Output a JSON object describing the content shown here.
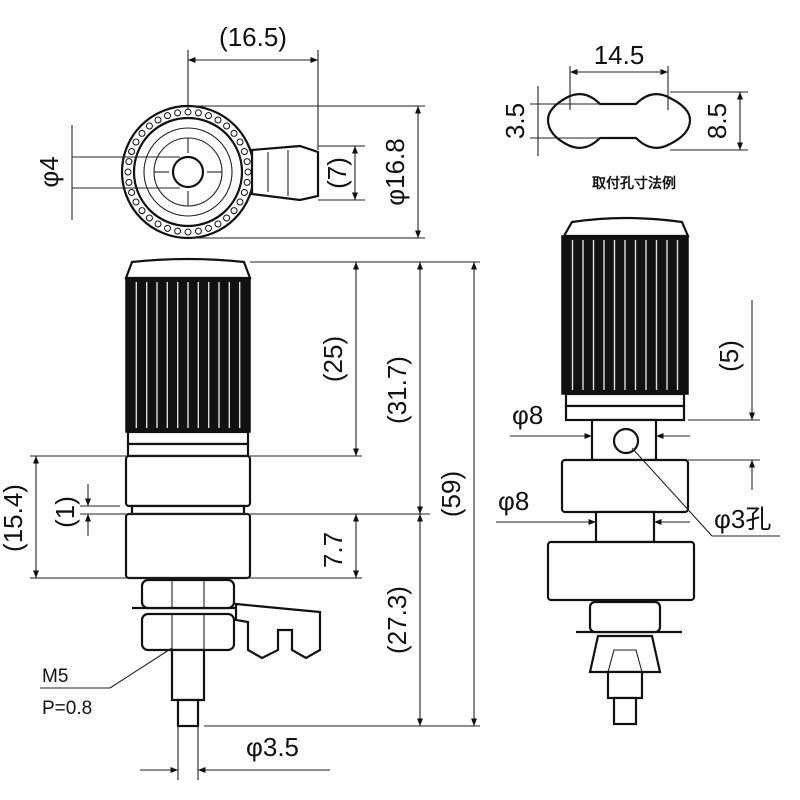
{
  "top_view": {
    "width_label": "(16.5)",
    "bore_label": "φ4",
    "lug_label": "(7)",
    "outer_diameter_label": "φ16.8"
  },
  "side_view": {
    "cap_height_label": "(25)",
    "upper_height_label": "(31.7)",
    "total_height_label": "(59)",
    "collar_height_label": "(15.4)",
    "gap_label": "(1)",
    "base_height_label": "7.7",
    "lower_height_label": "(27.3)",
    "thread_label": "M5",
    "pitch_label": "P=0.8",
    "tip_label": "φ3.5"
  },
  "mount_view": {
    "hole_width_label": "14.5",
    "flat_label": "3.5",
    "hole_height_label": "8.5",
    "caption": "取付孔寸法例",
    "clearance_label": "(5)",
    "shaft_upper_label": "φ8",
    "shaft_lower_label": "φ8",
    "cross_hole_label": "φ3孔"
  }
}
